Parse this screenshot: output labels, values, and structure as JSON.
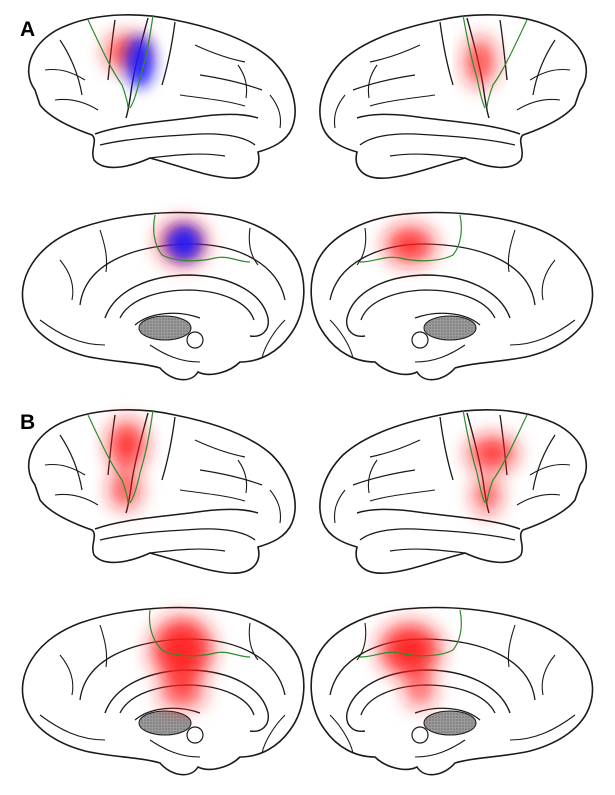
{
  "panels": [
    {
      "label": "A",
      "views": [
        {
          "view": "lateral-left",
          "activations": [
            {
              "color": "red",
              "intensity": 0.9
            },
            {
              "color": "blue",
              "intensity": 0.95
            }
          ]
        },
        {
          "view": "lateral-right",
          "activations": [
            {
              "color": "red",
              "intensity": 0.85
            }
          ]
        },
        {
          "view": "medial-left",
          "activations": [
            {
              "color": "red",
              "intensity": 0.7
            },
            {
              "color": "blue",
              "intensity": 0.95
            }
          ]
        },
        {
          "view": "medial-right",
          "activations": [
            {
              "color": "red",
              "intensity": 0.9
            }
          ]
        }
      ]
    },
    {
      "label": "B",
      "views": [
        {
          "view": "lateral-left",
          "activations": [
            {
              "color": "red",
              "intensity": 0.9
            }
          ]
        },
        {
          "view": "lateral-right",
          "activations": [
            {
              "color": "red",
              "intensity": 0.9
            }
          ]
        },
        {
          "view": "medial-left",
          "activations": [
            {
              "color": "red",
              "intensity": 0.95
            }
          ]
        },
        {
          "view": "medial-right",
          "activations": [
            {
              "color": "red",
              "intensity": 0.95
            }
          ]
        }
      ]
    }
  ],
  "colors": {
    "outline": "#1a1a1a",
    "boundary": "#2e8b2e",
    "red": "#ff1a1a",
    "blue": "#1a1aff",
    "ventricle": "#8c8c8c"
  }
}
